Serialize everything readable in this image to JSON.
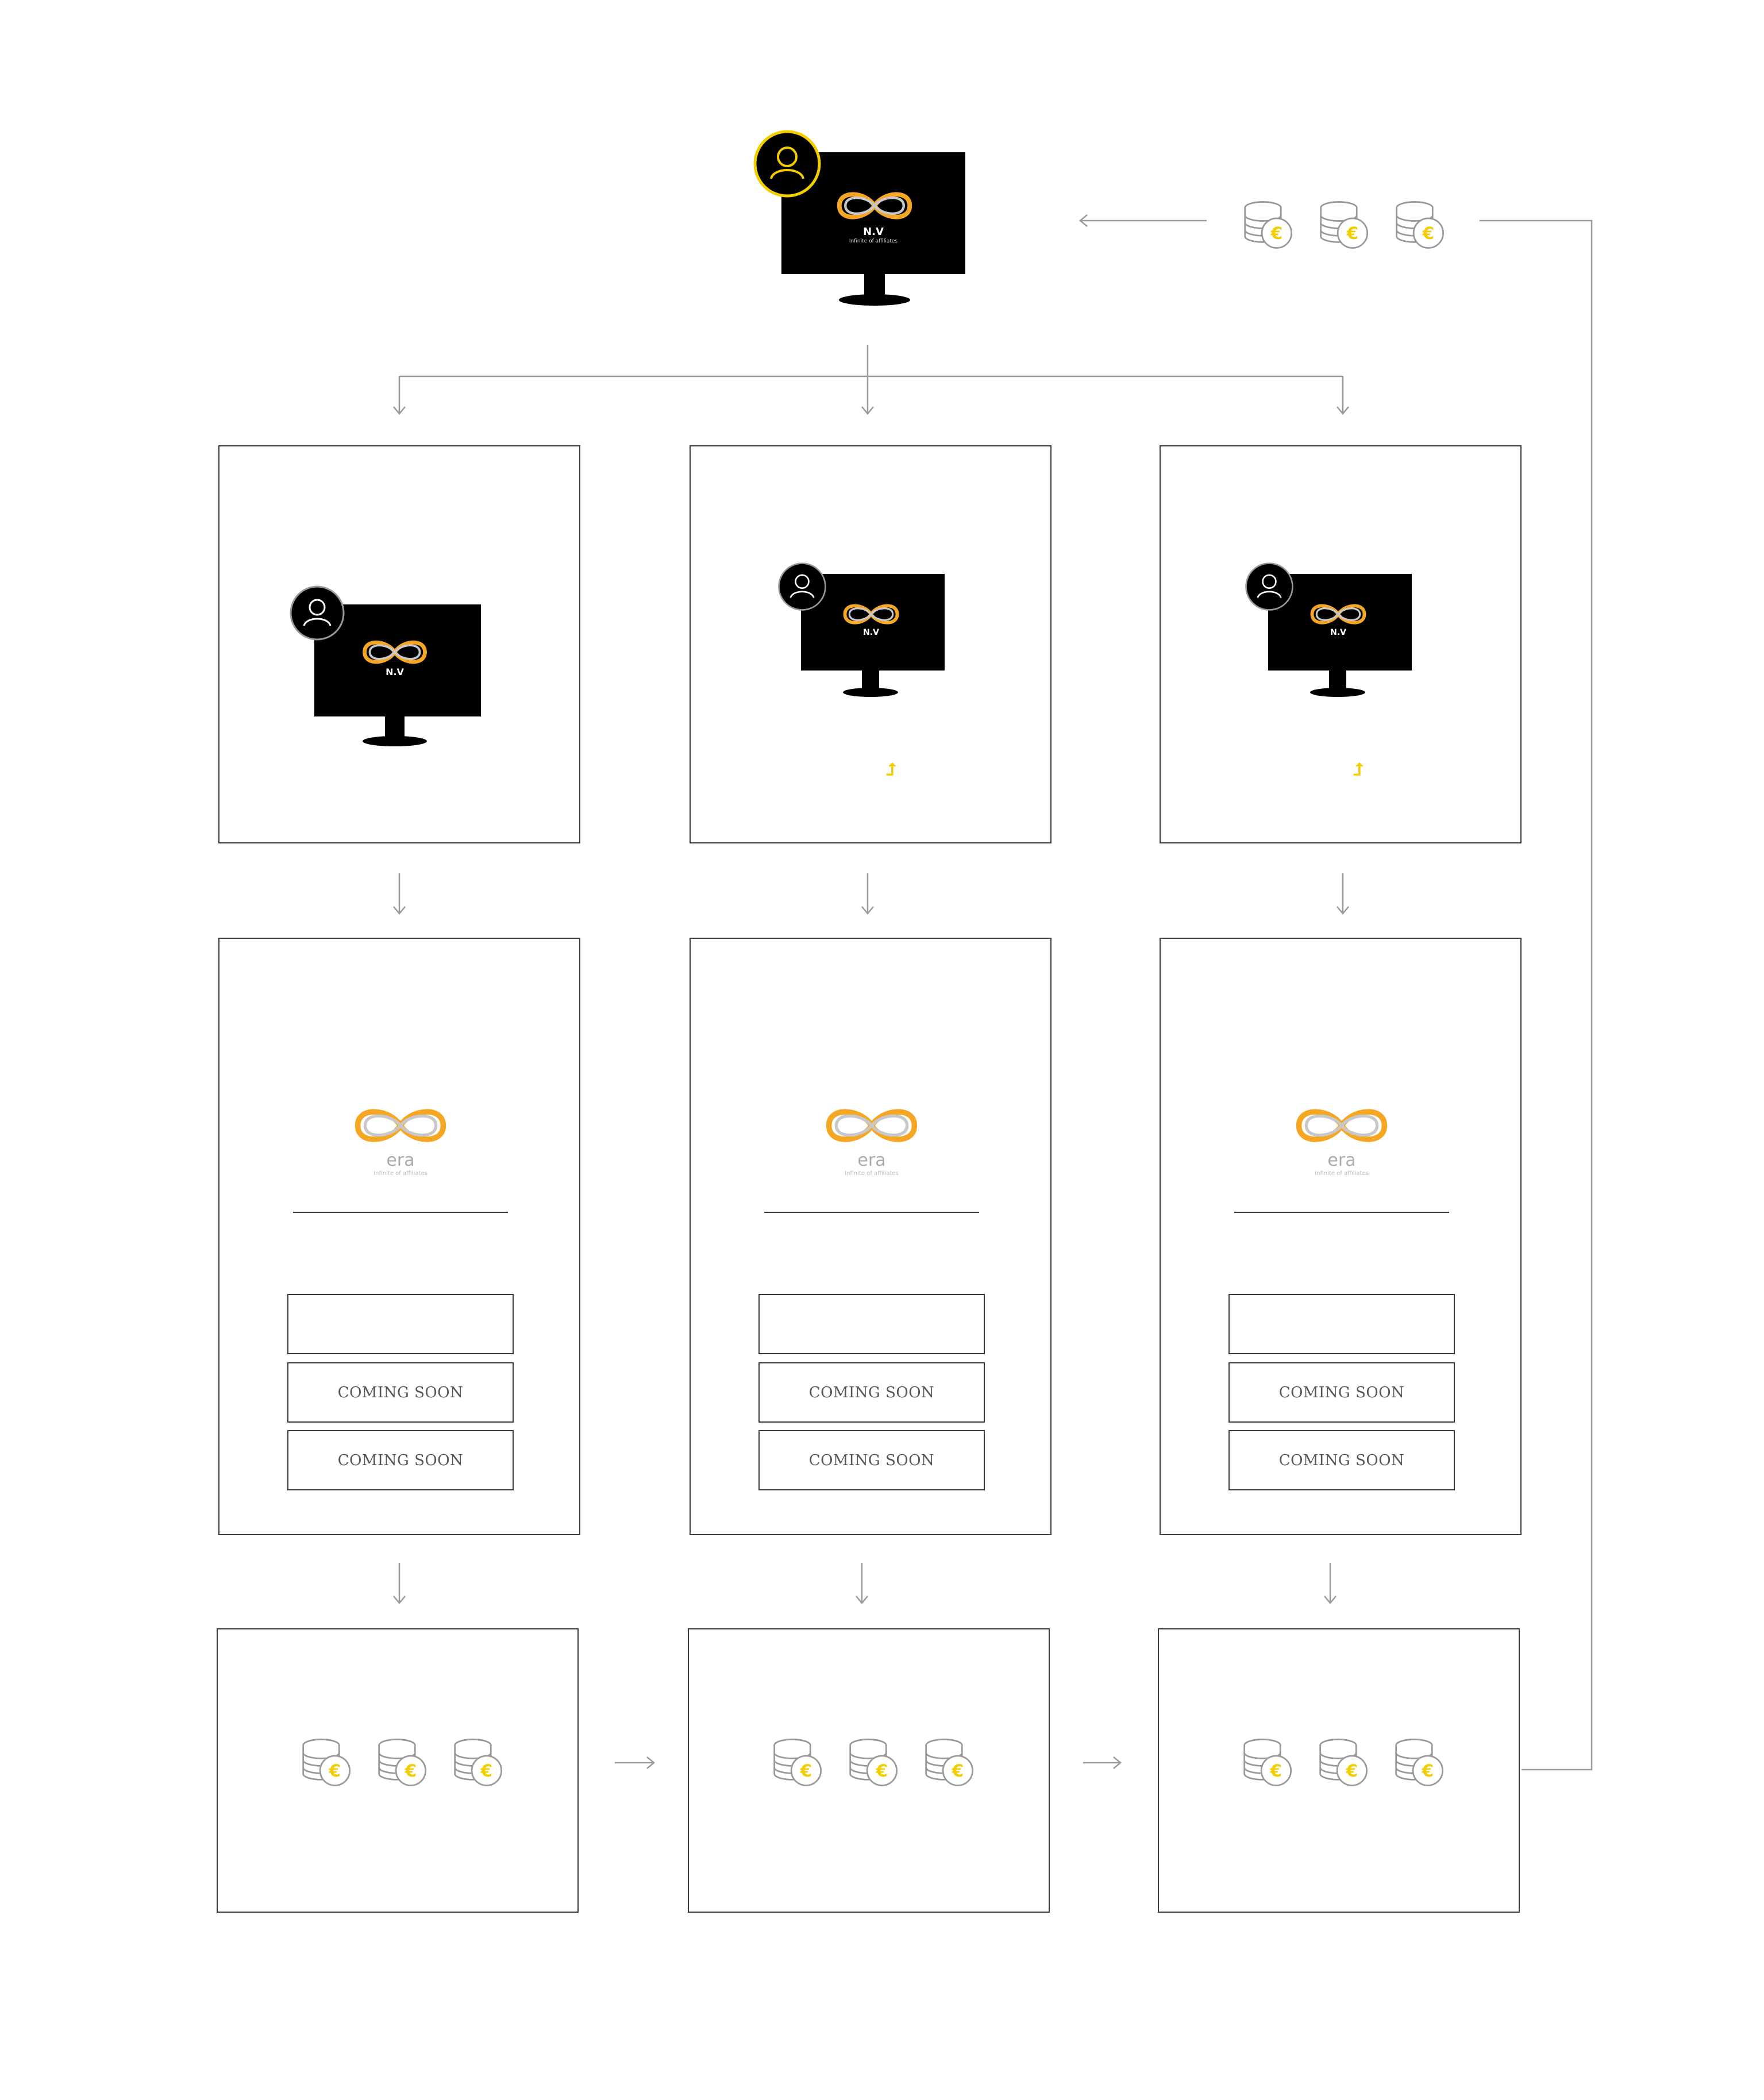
{
  "nv_logo": {
    "brand": "N.V",
    "tagline": "Infinite of affiliates"
  },
  "era_logo": {
    "brand": "era",
    "tagline": "Infinite of affiliates"
  },
  "columns": [
    {
      "slots": [
        "",
        "COMING SOON",
        "COMING SOON"
      ]
    },
    {
      "slots": [
        "",
        "COMING SOON",
        "COMING SOON"
      ]
    },
    {
      "slots": [
        "",
        "COMING SOON",
        "COMING SOON"
      ]
    }
  ],
  "colors": {
    "accent": "#f2cd00",
    "orange": "#f5a623",
    "line": "#9a9a9a",
    "border": "#3a3a3a"
  },
  "icons": [
    "user-icon",
    "monitor-icon",
    "infinity-logo-icon",
    "euro-coins-icon",
    "arrow-up-icon"
  ]
}
